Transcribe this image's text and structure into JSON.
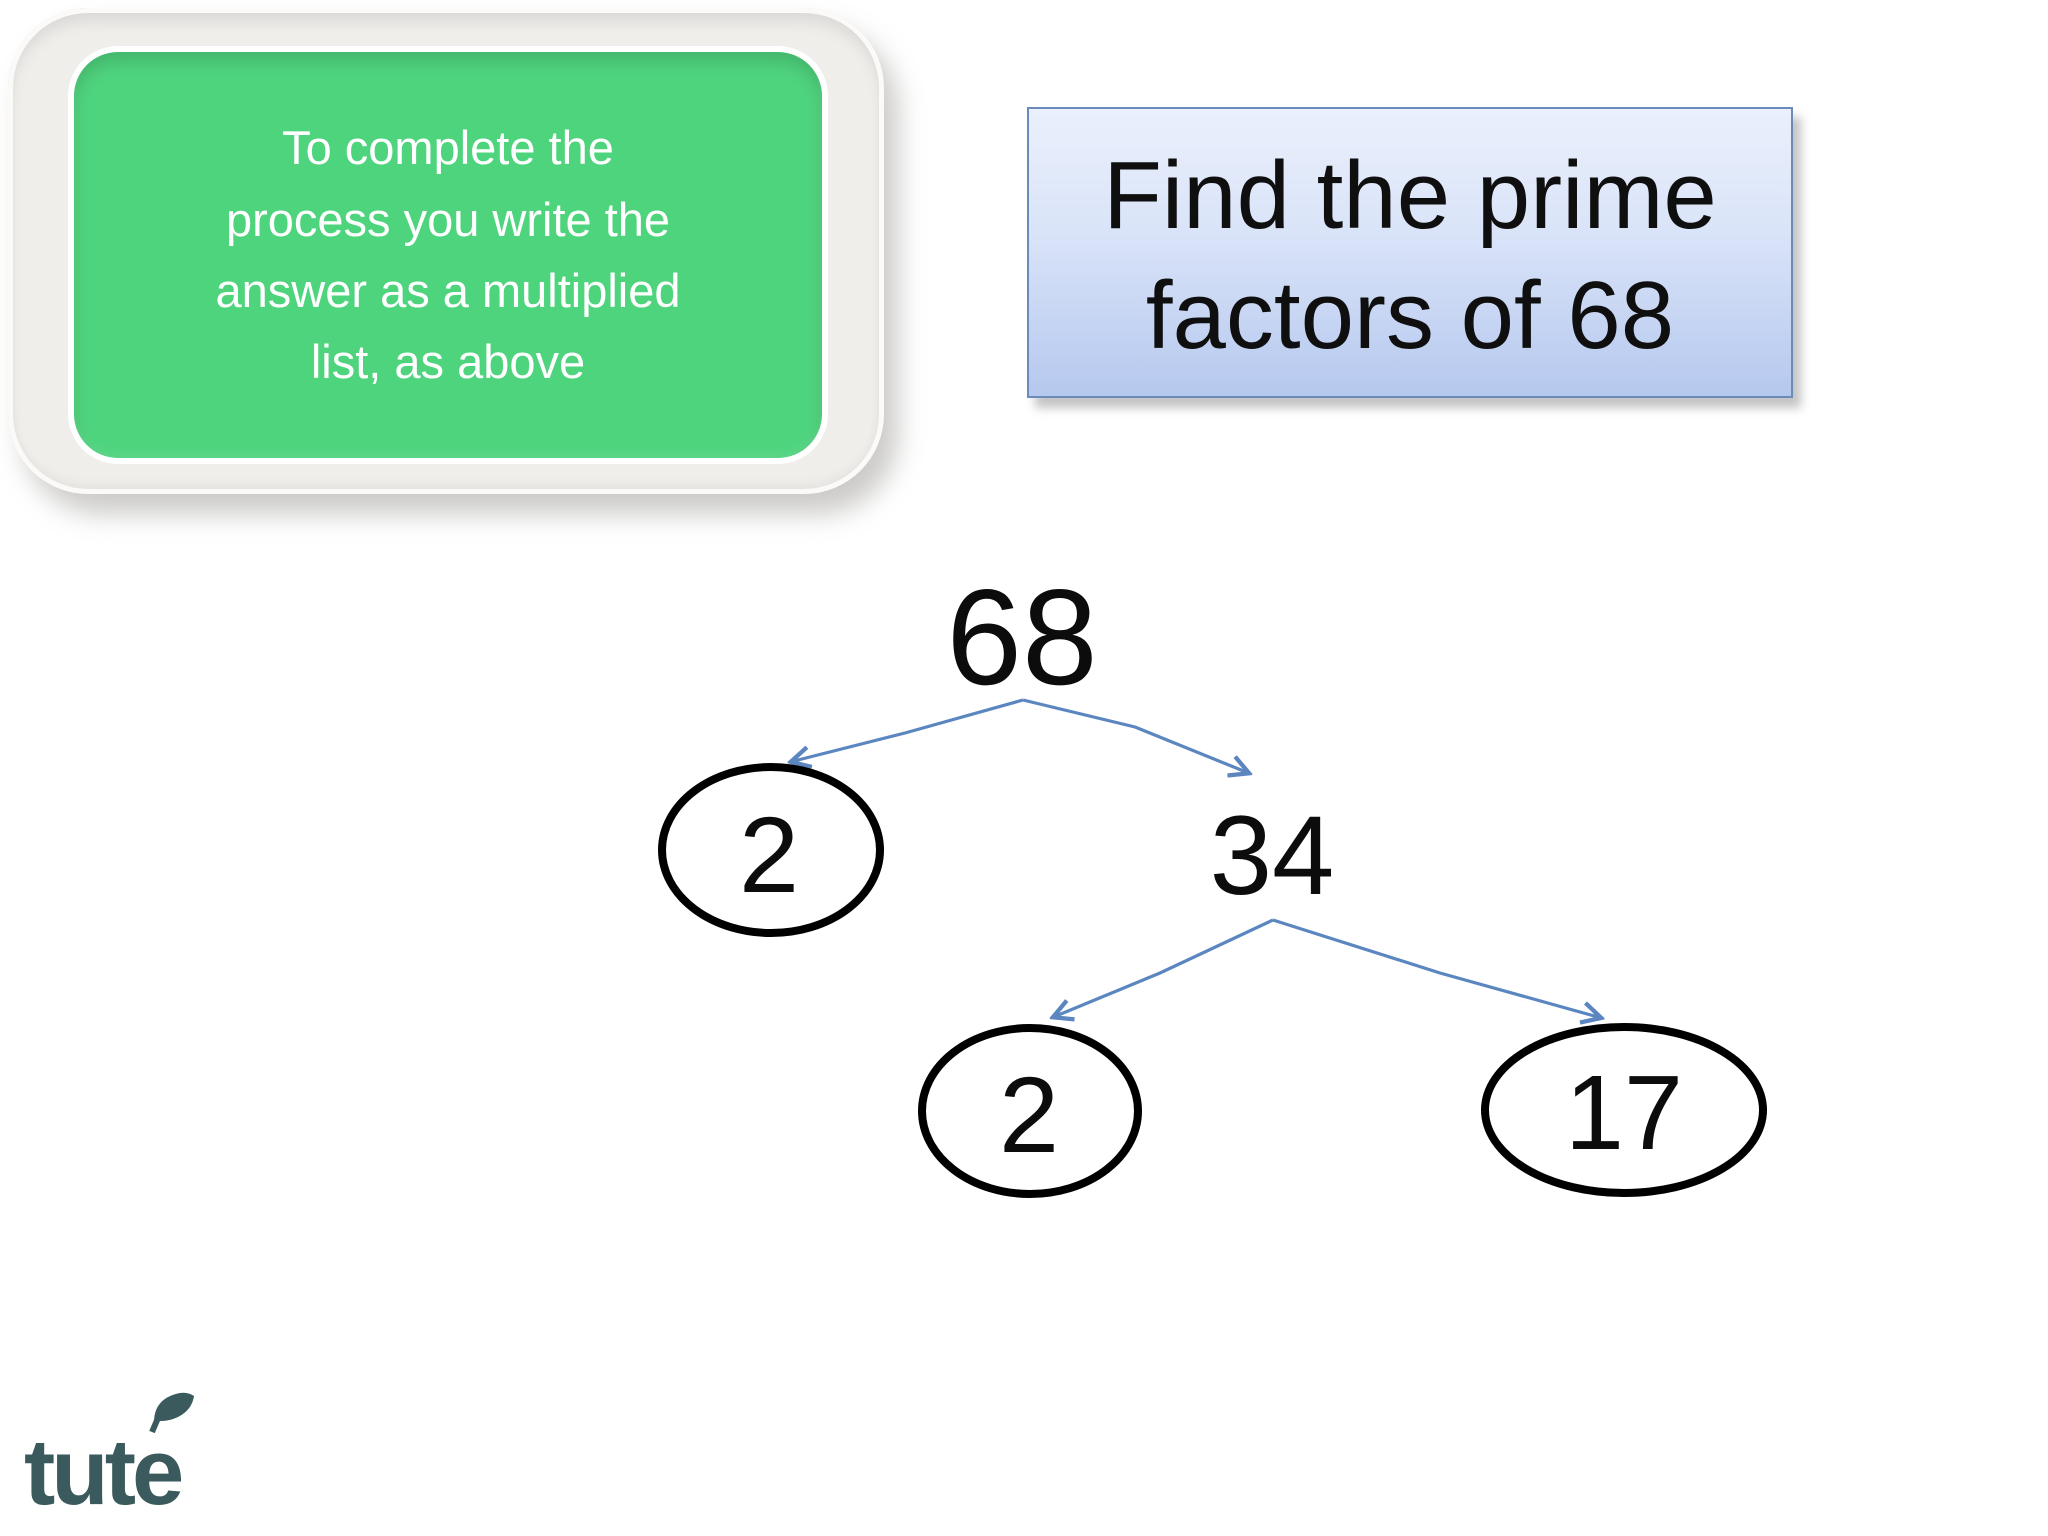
{
  "slide": {
    "note_box": {
      "lines": [
        "To complete the",
        "process you write the",
        "answer as a multiplied",
        "list, as above"
      ],
      "fill_color": "#4fd47e",
      "frame_color": "#f0eeeb",
      "text_color": "#ffffff"
    },
    "title_box": {
      "lines": [
        "Find the prime",
        "factors of 68"
      ],
      "fill_top_color": "#eaf0fc",
      "fill_bottom_color": "#b5c8ee",
      "border_color": "#6b8cba",
      "text_color": "#0f0f0f"
    },
    "factor_tree": {
      "root": {
        "value": "68",
        "circled": false
      },
      "level1": [
        {
          "value": "2",
          "circled": true,
          "prime": true
        },
        {
          "value": "34",
          "circled": false,
          "prime": false
        }
      ],
      "level2": [
        {
          "value": "2",
          "circled": true,
          "prime": true
        },
        {
          "value": "17",
          "circled": true,
          "prime": true
        }
      ],
      "arrow_color": "#5b86c0",
      "circle_stroke_color": "#000000",
      "number_color": "#0c0c0c"
    },
    "logo": {
      "word_start": "tut",
      "word_end": "e",
      "color": "#3b5a5e"
    }
  }
}
